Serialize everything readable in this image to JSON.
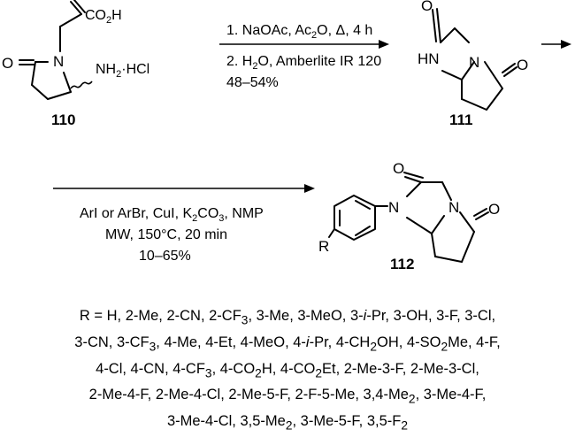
{
  "step1": {
    "conditions": [
      "1. NaOAc, Ac2O, Δ, 4 h",
      "2. H2O, Amberlite IR 120",
      "48–54%"
    ],
    "compound_start": "110",
    "compound_product": "111"
  },
  "step2": {
    "conditions": [
      "ArI or ArBr, CuI, K2CO3, NMP",
      "MW, 150°C, 20 min",
      "10–65%"
    ],
    "compound_product": "112"
  },
  "atom_labels": {
    "co2h": "CO2H",
    "amine_hcl": "NH2·HCl",
    "hn": "HN",
    "n": "N",
    "o": "O",
    "r": "R"
  },
  "substituent_list": {
    "prefix": "R = ",
    "items": [
      "H",
      "2-Me",
      "2-CN",
      "2-CF3",
      "3-Me",
      "3-MeO",
      "3-i-Pr",
      "3-OH",
      "3-F",
      "3-Cl",
      "3-CN",
      "3-CF3",
      "4-Me",
      "4-Et",
      "4-MeO",
      "4-i-Pr",
      "4-CH2OH",
      "4-SO2Me",
      "4-F",
      "4-Cl",
      "4-CN",
      "4-CF3",
      "4-CO2H",
      "4-CO2Et",
      "2-Me-3-F",
      "2-Me-3-Cl",
      "2-Me-4-F",
      "2-Me-4-Cl",
      "2-Me-5-F",
      "2-F-5-Me",
      "3,4-Me2",
      "3-Me-4-F",
      "3-Me-4-Cl",
      "3,5-Me2",
      "3-Me-5-F",
      "3,5-F2"
    ]
  }
}
